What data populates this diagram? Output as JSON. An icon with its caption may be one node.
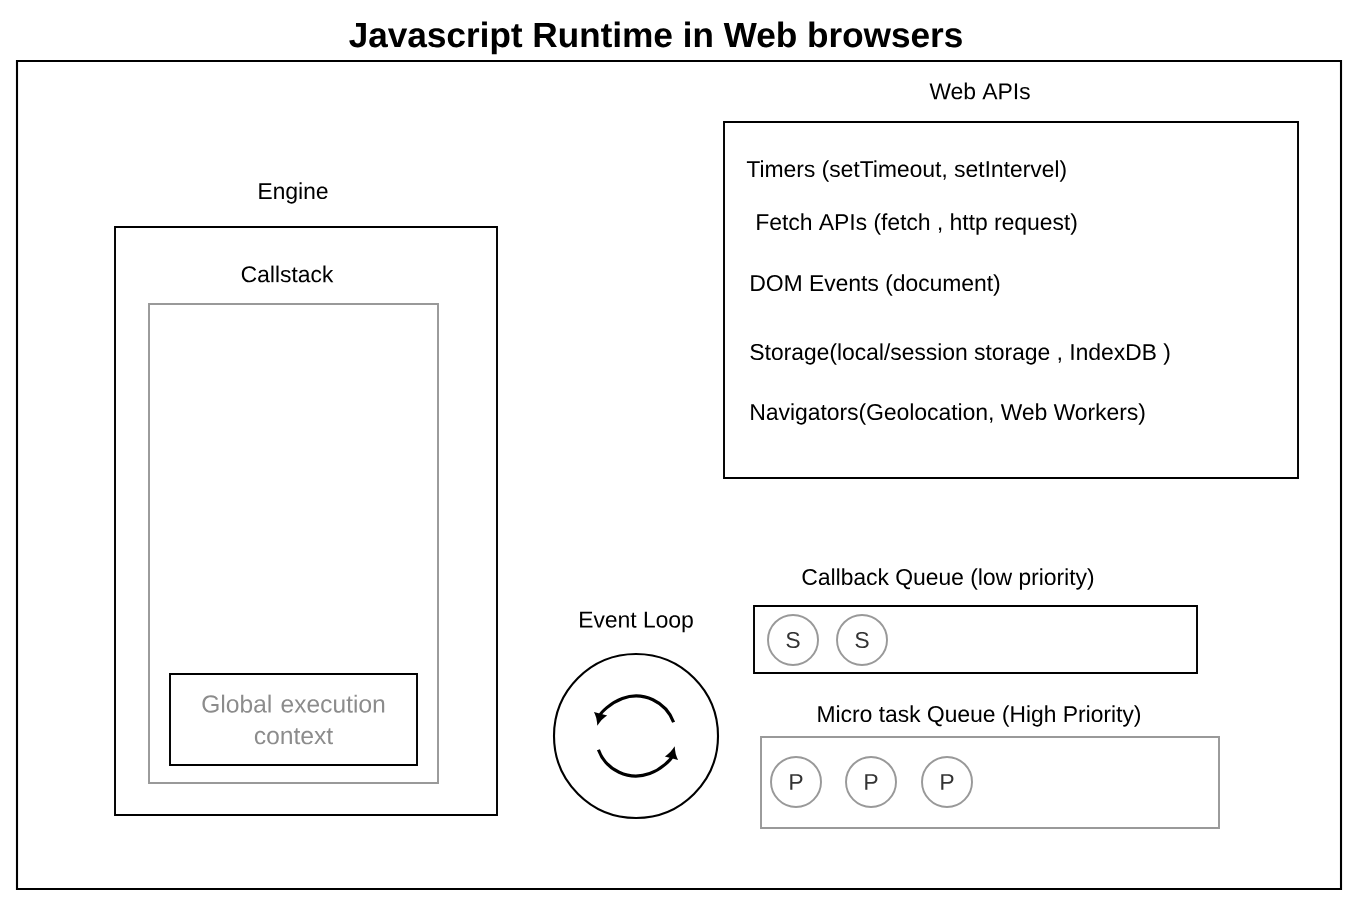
{
  "diagram": {
    "title": "Javascript Runtime in Web browsers",
    "nodes": [
      {
        "text": [
          "Engine"
        ]
      },
      {
        "text": [
          "Callstack"
        ],
        "in": 0
      },
      {
        "text": [
          "Global execution context"
        ],
        "in": 1
      },
      {
        "text": [
          "Web APIs",
          "Timers (setTimeout, setIntervel)",
          "Fetch APIs (fetch , http request)",
          "DOM Events (document)",
          "Storage(local/session storage , IndexDB )",
          "Navigators(Geolocation, Web Workers)"
        ]
      },
      {
        "text": [
          "Event Loop"
        ]
      },
      {
        "text": [
          "Callback Queue (low priority)"
        ]
      },
      {
        "text": [
          "S"
        ],
        "in": 5
      },
      {
        "text": [
          "S"
        ],
        "in": 5
      },
      {
        "text": [
          "Micro task Queue (High Priority)"
        ]
      },
      {
        "text": [
          "P"
        ],
        "in": 8
      },
      {
        "text": [
          "P"
        ],
        "in": 8
      },
      {
        "text": [
          "P"
        ],
        "in": 8
      }
    ]
  }
}
